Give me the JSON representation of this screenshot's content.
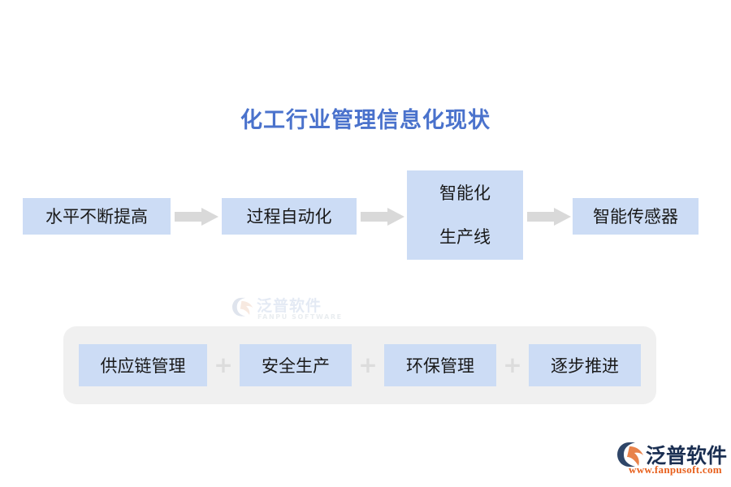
{
  "page": {
    "background_color": "#ffffff",
    "title": "化工行业管理信息化现状",
    "title_color": "#4a72cc"
  },
  "flow": {
    "box_fill": "#ccdcf5",
    "box_text_color": "#191919",
    "arrow_color": "#d9d9d9",
    "arrow_icon": "right-block-arrow-icon",
    "steps": [
      {
        "label": "水平不断提高",
        "lines": [
          "水平不断提高"
        ]
      },
      {
        "label": "过程自动化",
        "lines": [
          "过程自动化"
        ]
      },
      {
        "label": "智能化生产线",
        "lines": [
          "智能化",
          "生产线"
        ]
      },
      {
        "label": "智能传感器",
        "lines": [
          "智能传感器"
        ]
      }
    ],
    "arrows": [
      "→",
      "→",
      "→"
    ]
  },
  "bottom_panel": {
    "panel_fill": "#f0f0f0",
    "box_fill": "#ccdcf5",
    "separator_symbol": "+",
    "separator_color": "#dcdcdc",
    "tags": [
      {
        "label": "供应链管理"
      },
      {
        "label": "安全生产"
      },
      {
        "label": "环保管理"
      },
      {
        "label": "逐步推进"
      }
    ]
  },
  "watermark": {
    "cn": "泛普软件",
    "en": "FANPU SOFTWARE",
    "mark_icon": "fanpu-logo-icon"
  },
  "corner_logo": {
    "cn": "泛普软件",
    "url": "www.fanpusoft.com",
    "mark_icon": "fanpu-logo-icon",
    "cn_color": "#1b2f52",
    "url_color": "#e8601c"
  }
}
